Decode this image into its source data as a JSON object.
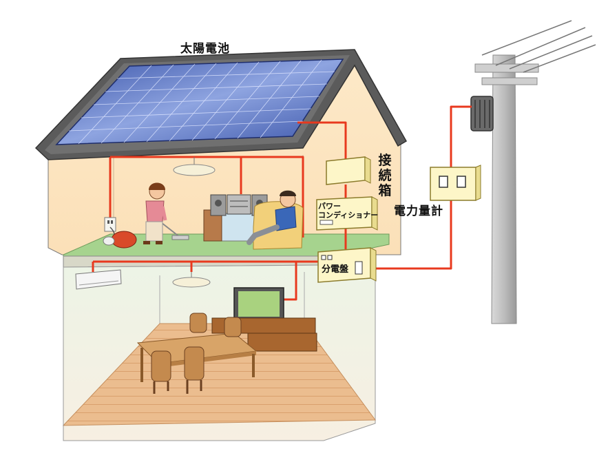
{
  "labels": {
    "solar_panel": "太陽電池",
    "junction_box": "接続箱",
    "power_conditioner_line1": "パワー",
    "power_conditioner_line2": "コンディショナー",
    "distribution_board": "分電盤",
    "power_meter": "電力量計"
  },
  "colors": {
    "wire": "#e8391e",
    "house_wall": "#fbe4c0",
    "roof_frame": "#5b5b5b",
    "solar_cell": "#4a64b8",
    "floor_green": "#9ecf86",
    "wood_floor": "#e9b786",
    "equipment_box": "#fdf6c8",
    "pole": "#bfbfbf"
  }
}
